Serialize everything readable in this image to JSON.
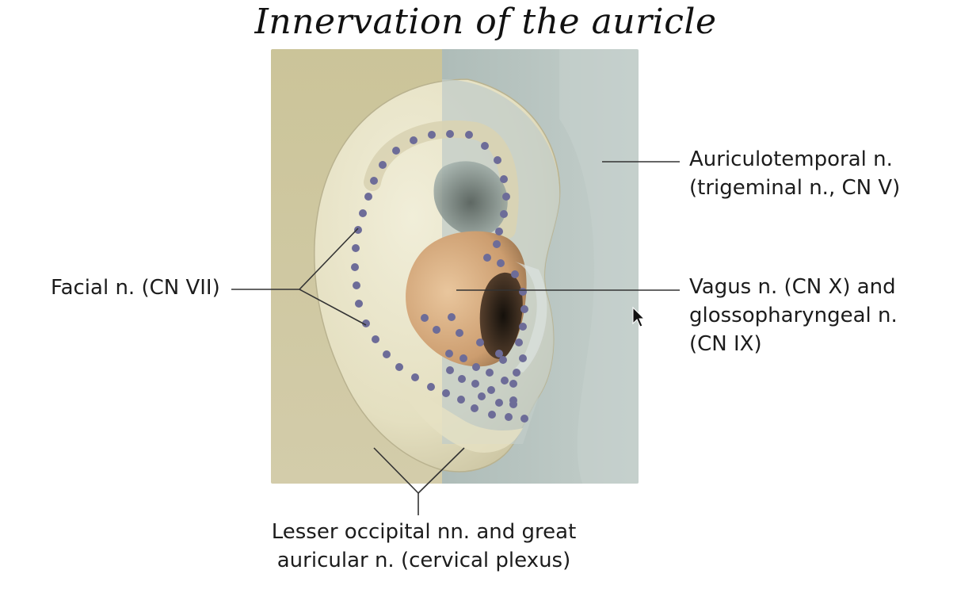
{
  "title": "Innervation of the auricle",
  "labels": {
    "facial": [
      "Facial n. (CN VII)"
    ],
    "auriculotemporal": [
      "Auriculotemporal n.",
      "(trigeminal n., CN V)"
    ],
    "vagus": [
      "Vagus n. (CN X) and",
      "glossopharyngeal n.",
      "(CN IX)"
    ],
    "lesser_occipital": [
      "Lesser occipital nn. and great",
      "auricular n. (cervical plexus)"
    ]
  },
  "colors": {
    "panel_left": "#cfc8a1",
    "panel_right": "#b9c6c2",
    "ear_skin": "#e9e4c8",
    "concha": "#d7ad80",
    "canal": "#2b2016",
    "dots": "#6d6c98",
    "leader_lines": "#333333"
  },
  "icons": {
    "cursor": "mouse-pointer-icon"
  }
}
